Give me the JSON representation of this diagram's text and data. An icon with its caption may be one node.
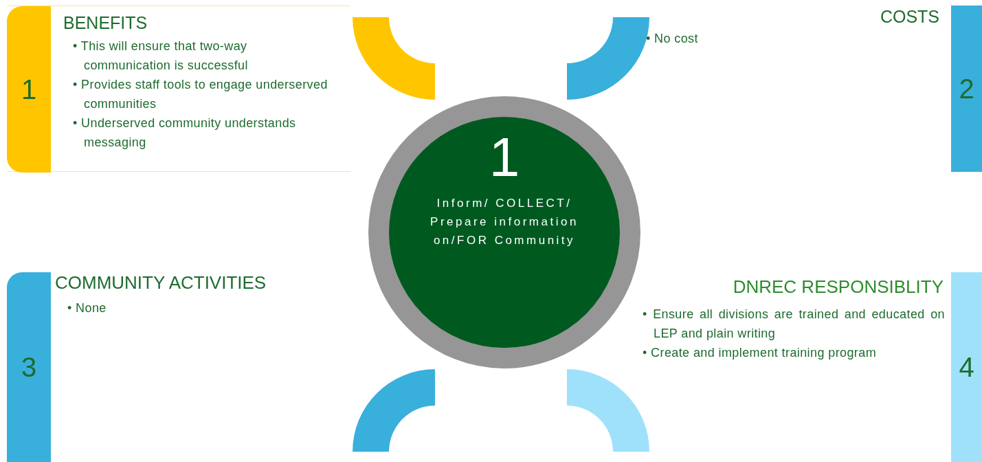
{
  "diagram": {
    "nodes": [
      {
        "text": [
          "BENEFITS",
          "• This will ensure that two-way communication is successful",
          "• Provides staff tools to engage underserved communities",
          "• Underserved community understands messaging"
        ]
      },
      {
        "text": [
          "1"
        ],
        "in": 0
      },
      {
        "text": [
          "COSTS",
          "• No cost"
        ]
      },
      {
        "text": [
          "2"
        ],
        "in": 2
      },
      {
        "text": [
          "1",
          "Inform/ COLLECT/ Prepare information on/FOR Community"
        ]
      },
      {
        "text": [
          "COMMUNITY ACTIVITIES",
          "• None"
        ]
      },
      {
        "text": [
          "3"
        ],
        "in": 5
      },
      {
        "text": [
          "DNREC RESPONSIBLITY",
          "• Ensure all divisions are trained and educated on LEP and plain writing",
          "• Create and implement training program"
        ]
      },
      {
        "text": [
          "4"
        ],
        "in": 7
      }
    ]
  }
}
